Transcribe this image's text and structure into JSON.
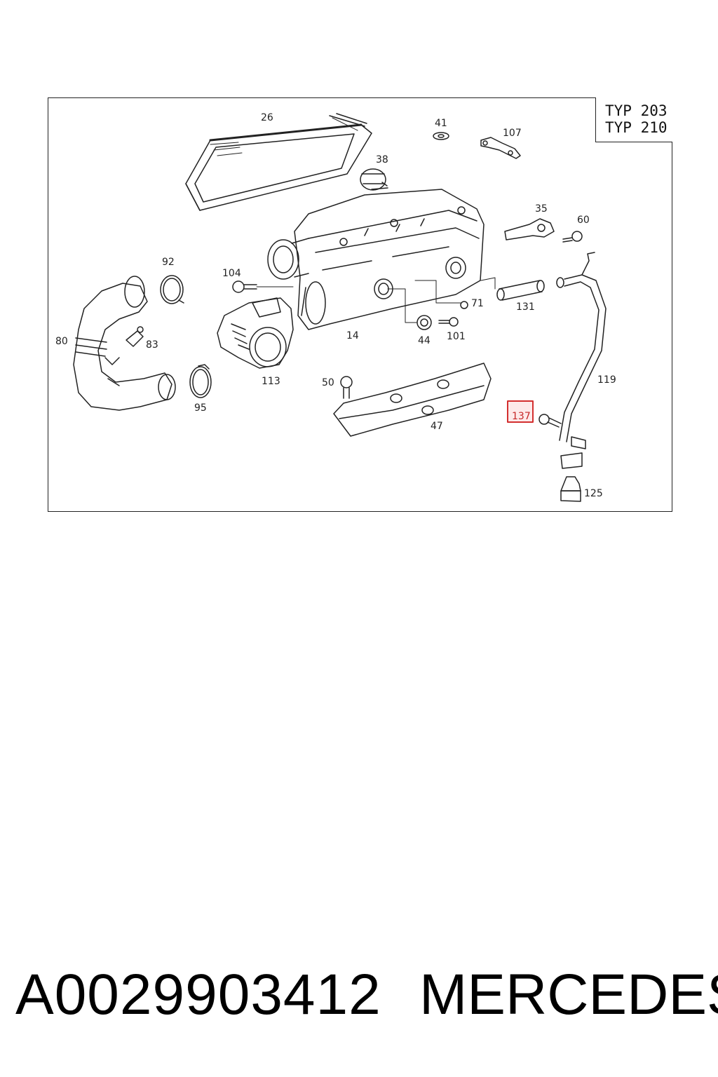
{
  "diagram": {
    "type_lines": [
      "TYP 203",
      "TYP 210"
    ],
    "labels": {
      "p26": "26",
      "p41": "41",
      "p107": "107",
      "p38": "38",
      "p35": "35",
      "p60": "60",
      "p92": "92",
      "p104": "104",
      "p71": "71",
      "p131": "131",
      "p80": "80",
      "p83": "83",
      "p14": "14",
      "p44": "44",
      "p101": "101",
      "p119": "119",
      "p113": "113",
      "p50": "50",
      "p95": "95",
      "p137": "137",
      "p47": "47",
      "p125": "125"
    },
    "highlighted_part": "137",
    "highlight_color": "#d32f2f"
  },
  "footer": {
    "part_number": "A0029903412",
    "brand": "MERCEDES"
  }
}
